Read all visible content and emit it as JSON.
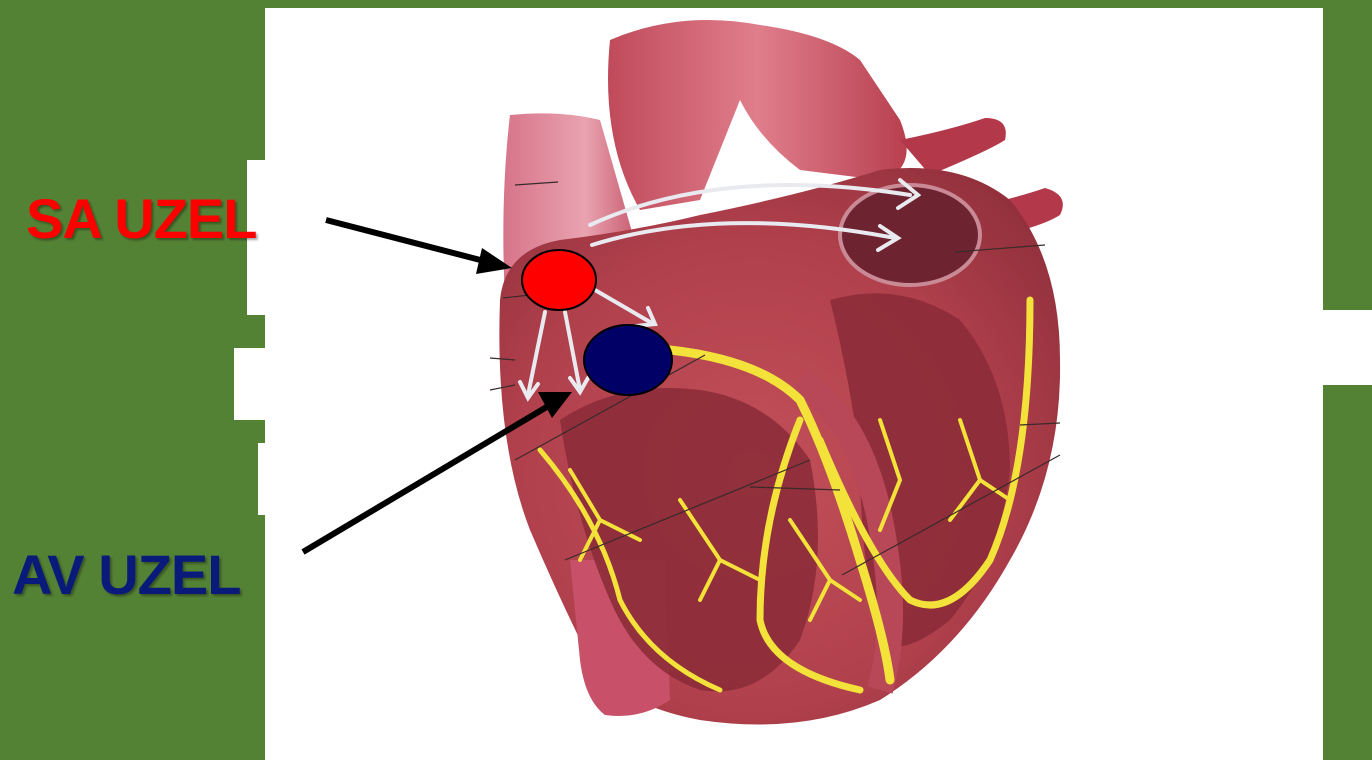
{
  "labels": {
    "sa": "SA UZEL",
    "av": "AV UZEL"
  },
  "colors": {
    "background": "#548235",
    "sa_label": "#ff0000",
    "av_label": "#0a1a7a",
    "sa_node": "#ff0000",
    "av_node": "#000066",
    "conduction": "#f2e23a",
    "arrow": "#000000"
  },
  "icons": {
    "figure": "heart-conduction-system-illustration"
  }
}
